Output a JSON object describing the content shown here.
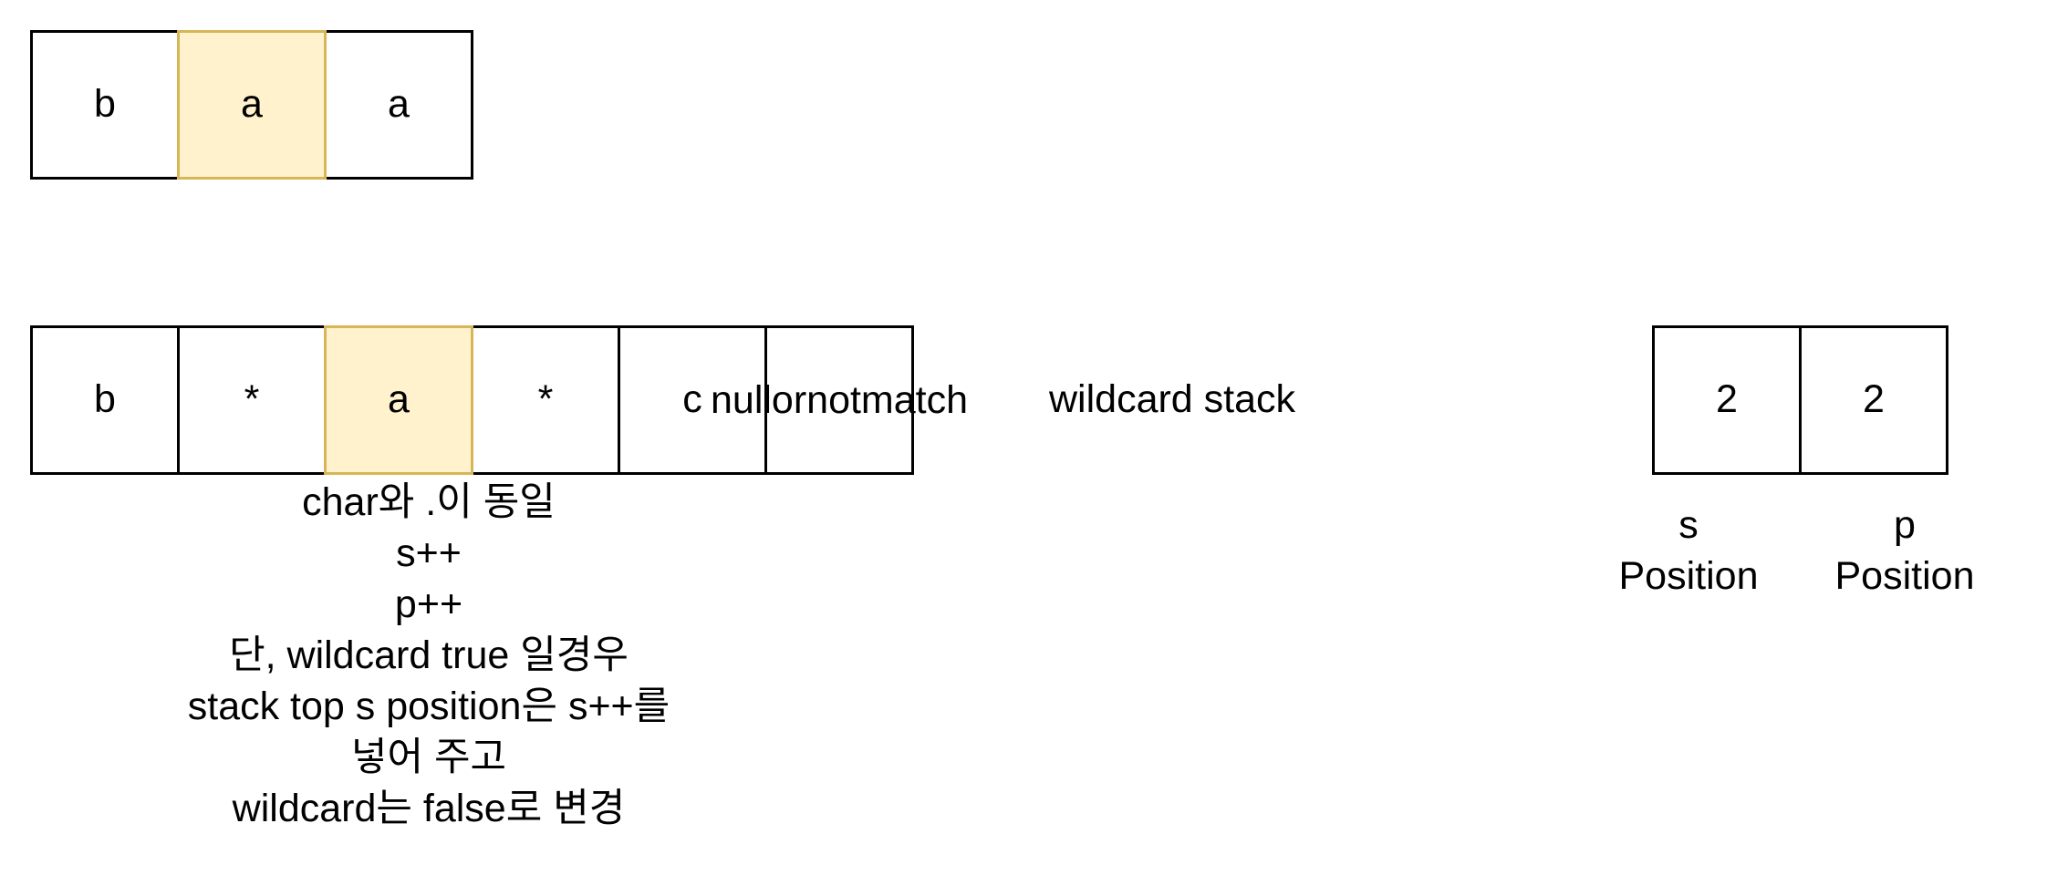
{
  "string_row": {
    "cells": [
      "b",
      "a",
      "a"
    ],
    "highlight_index": 1
  },
  "pattern_row": {
    "cells": [
      "b",
      "*",
      "a",
      "*",
      "c"
    ],
    "end_cell": [
      "null",
      "or",
      "notmatch"
    ],
    "highlight_index": 2
  },
  "wildcard_stack": {
    "label": "wildcard stack",
    "values": [
      "2",
      "2"
    ],
    "s_position_label": [
      "s",
      "Position"
    ],
    "p_position_label": [
      "p",
      "Position"
    ]
  },
  "rule_note": [
    "char와 .이 동일",
    "s++",
    "p++",
    "단, wildcard true 일경우",
    "stack top s position은 s++를",
    "넣어 주고",
    "wildcard는 false로 변경"
  ],
  "colors": {
    "highlight_fill": "#fff2cc",
    "highlight_stroke": "#d6b656",
    "stroke": "#000000"
  }
}
